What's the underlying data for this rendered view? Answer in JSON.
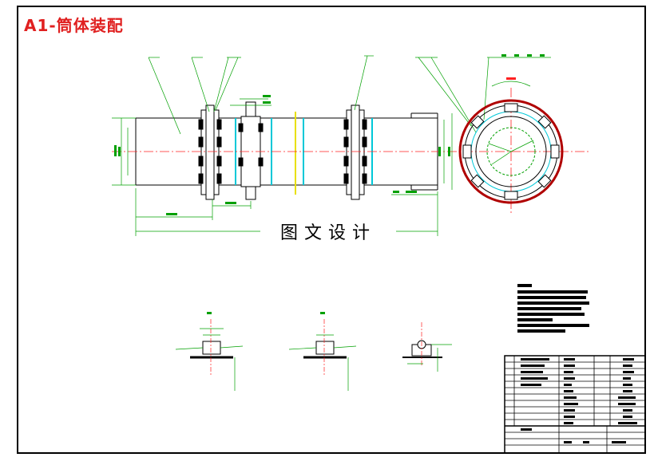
{
  "drawing": {
    "title": "A1-筒体装配",
    "watermark": "图文设计",
    "colors": {
      "frame": "#000000",
      "title": "#e02020",
      "leader": "#00a000",
      "centerline": "#ff2020",
      "cyan": "#00c8d8",
      "yellow": "#e8e000"
    },
    "notes_lines": 8
  }
}
